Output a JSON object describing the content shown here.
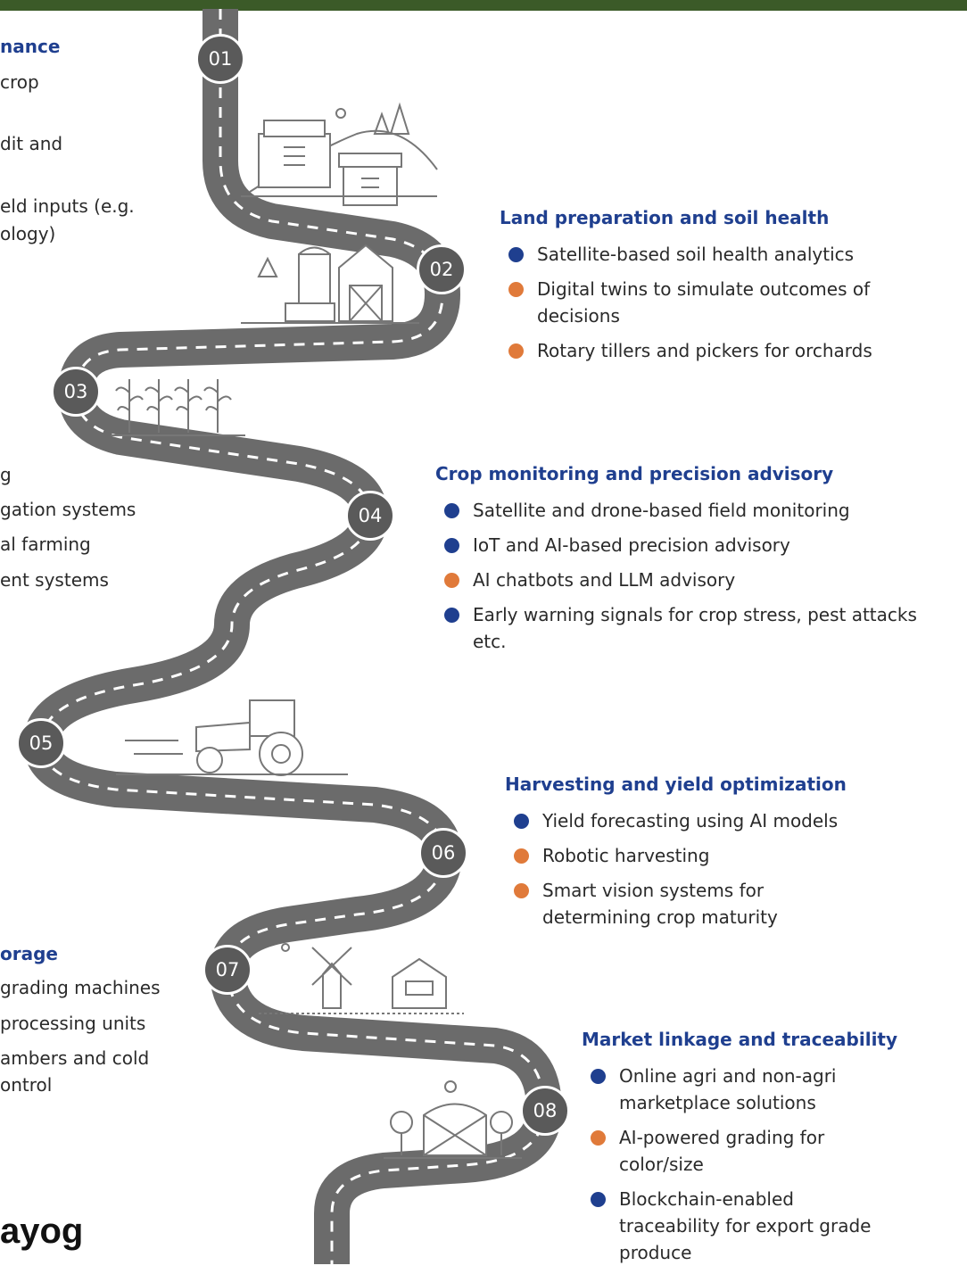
{
  "stages": [
    "01",
    "02",
    "03",
    "04",
    "05",
    "06",
    "07",
    "08"
  ],
  "left_fragments": [
    {
      "text": "nance",
      "title": true
    },
    {
      "text": "crop"
    },
    {
      "text": "dit and"
    },
    {
      "text": "eld inputs (e.g."
    },
    {
      "text": "ology)"
    },
    {
      "text": "g"
    },
    {
      "text": "gation systems"
    },
    {
      "text": "al farming"
    },
    {
      "text": "ent systems"
    },
    {
      "text": "orage",
      "title": true
    },
    {
      "text": "grading machines"
    },
    {
      "text": "processing units"
    },
    {
      "text": "ambers and cold"
    },
    {
      "text": "ontrol"
    }
  ],
  "sections": [
    {
      "title": "Land preparation and soil health",
      "items": [
        {
          "text": "Satellite-based soil health analytics",
          "color": "blue"
        },
        {
          "text": "Digital twins to simulate outcomes of decisions",
          "color": "orange"
        },
        {
          "text": "Rotary tillers and pickers for orchards",
          "color": "orange"
        }
      ]
    },
    {
      "title": "Crop monitoring and precision advisory",
      "items": [
        {
          "text": "Satellite and drone-based field monitoring",
          "color": "blue"
        },
        {
          "text": "IoT and AI-based precision advisory",
          "color": "blue"
        },
        {
          "text": "AI chatbots and LLM advisory",
          "color": "orange"
        },
        {
          "text": "Early warning signals for crop stress, pest attacks etc.",
          "color": "blue"
        }
      ]
    },
    {
      "title": "Harvesting and yield optimization",
      "items": [
        {
          "text": "Yield forecasting using AI models",
          "color": "blue"
        },
        {
          "text": "Robotic harvesting",
          "color": "orange"
        },
        {
          "text": "Smart vision systems for determining crop maturity",
          "color": "orange"
        }
      ]
    },
    {
      "title": "Market linkage and traceability",
      "items": [
        {
          "text": "Online agri and non-agri marketplace solutions",
          "color": "blue"
        },
        {
          "text": "AI-powered grading for color/size",
          "color": "orange"
        },
        {
          "text": "Blockchain-enabled traceability for export grade produce",
          "color": "blue"
        }
      ]
    }
  ],
  "brand_text": "ayog",
  "colors": {
    "road": "#6b6b6b",
    "blue_bullet": "#1f3f8f",
    "orange_bullet": "#e07a3a",
    "title": "#1f3f8f",
    "top_bar": "#3b5a28"
  }
}
